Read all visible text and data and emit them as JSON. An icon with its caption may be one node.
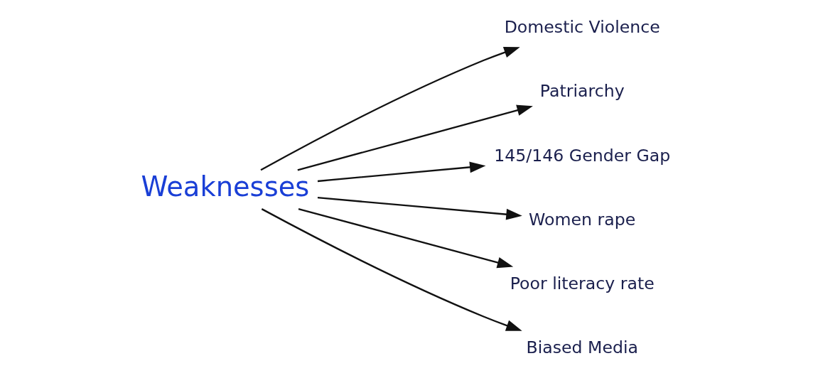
{
  "diagram": {
    "nodes": [
      {
        "text": [
          "Weaknesses"
        ]
      },
      {
        "text": [
          "Domestic Violence"
        ]
      },
      {
        "text": [
          "Patriarchy"
        ]
      },
      {
        "text": [
          "145/146 Gender Gap"
        ]
      },
      {
        "text": [
          "Women rape"
        ]
      },
      {
        "text": [
          "Poor literacy rate"
        ]
      },
      {
        "text": [
          "Biased Media"
        ]
      }
    ],
    "edges": [
      {
        "from": 0,
        "to": 1,
        "arrow": "to"
      },
      {
        "from": 0,
        "to": 2,
        "arrow": "to"
      },
      {
        "from": 0,
        "to": 3,
        "arrow": "to"
      },
      {
        "from": 0,
        "to": 4,
        "arrow": "to"
      },
      {
        "from": 0,
        "to": 5,
        "arrow": "to"
      },
      {
        "from": 0,
        "to": 6,
        "arrow": "to"
      }
    ]
  }
}
